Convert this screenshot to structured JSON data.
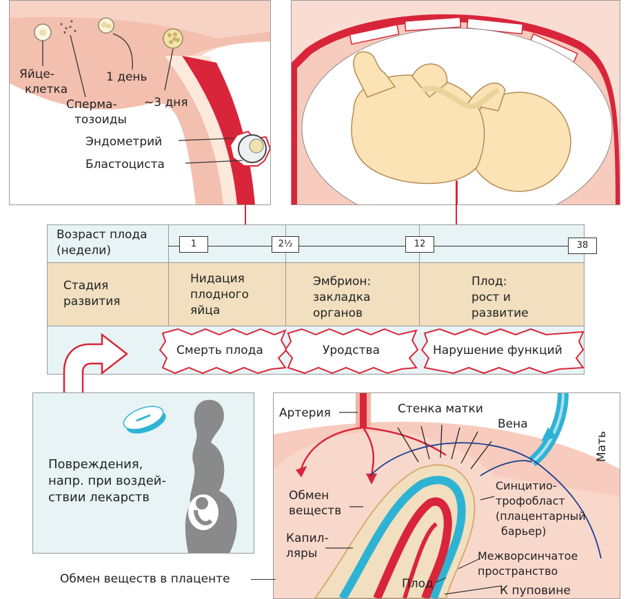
{
  "top_left": {
    "egg_cell": [
      "Яйце-",
      "клетка"
    ],
    "sperm": [
      "Сперма-",
      "тозоиды"
    ],
    "day1": "1 день",
    "day3": "~3 дня",
    "endometrium": "Эндометрий",
    "blastocyst": "Бластоциста"
  },
  "table": {
    "age_label": [
      "Возраст плода",
      "(недели)"
    ],
    "weeks": [
      "1",
      "2½",
      "12",
      "38"
    ],
    "stage_label": [
      "Стадия",
      "развития"
    ],
    "stages": [
      [
        "Нидация",
        "плодного",
        "яйца"
      ],
      [
        "Эмбрион:",
        "закладка",
        "органов"
      ],
      [
        "Плод:",
        "рост и",
        "развитие"
      ]
    ],
    "damage": [
      "Смерть плода",
      "Уродства",
      "Нарушение функций"
    ]
  },
  "bottom_left": {
    "caption": [
      "Повреждения,",
      "напр. при воздей-",
      "ствии лекарств"
    ]
  },
  "placenta": {
    "artery": "Артерия",
    "uterine_wall": "Стенка матки",
    "vein": "Вена",
    "mother": "Мать",
    "exchange": [
      "Обмен",
      "веществ"
    ],
    "capillaries": [
      "Капил-",
      "ляры"
    ],
    "syncytio": [
      "Синцитио-",
      "трофобласт",
      "(плацентарный",
      "барьер)"
    ],
    "intervillous": [
      "Межворсинчатое",
      "пространство"
    ],
    "fetus": "Плод",
    "to_cord": "К пуповине"
  },
  "footer_caption": "Обмен веществ в плаценте",
  "colors": {
    "red": "#d9253a",
    "pink": "#f5c6b8",
    "skin": "#fbe3b6",
    "cyan": "#2fb3d4",
    "table_tan": "#f1dfbf"
  }
}
